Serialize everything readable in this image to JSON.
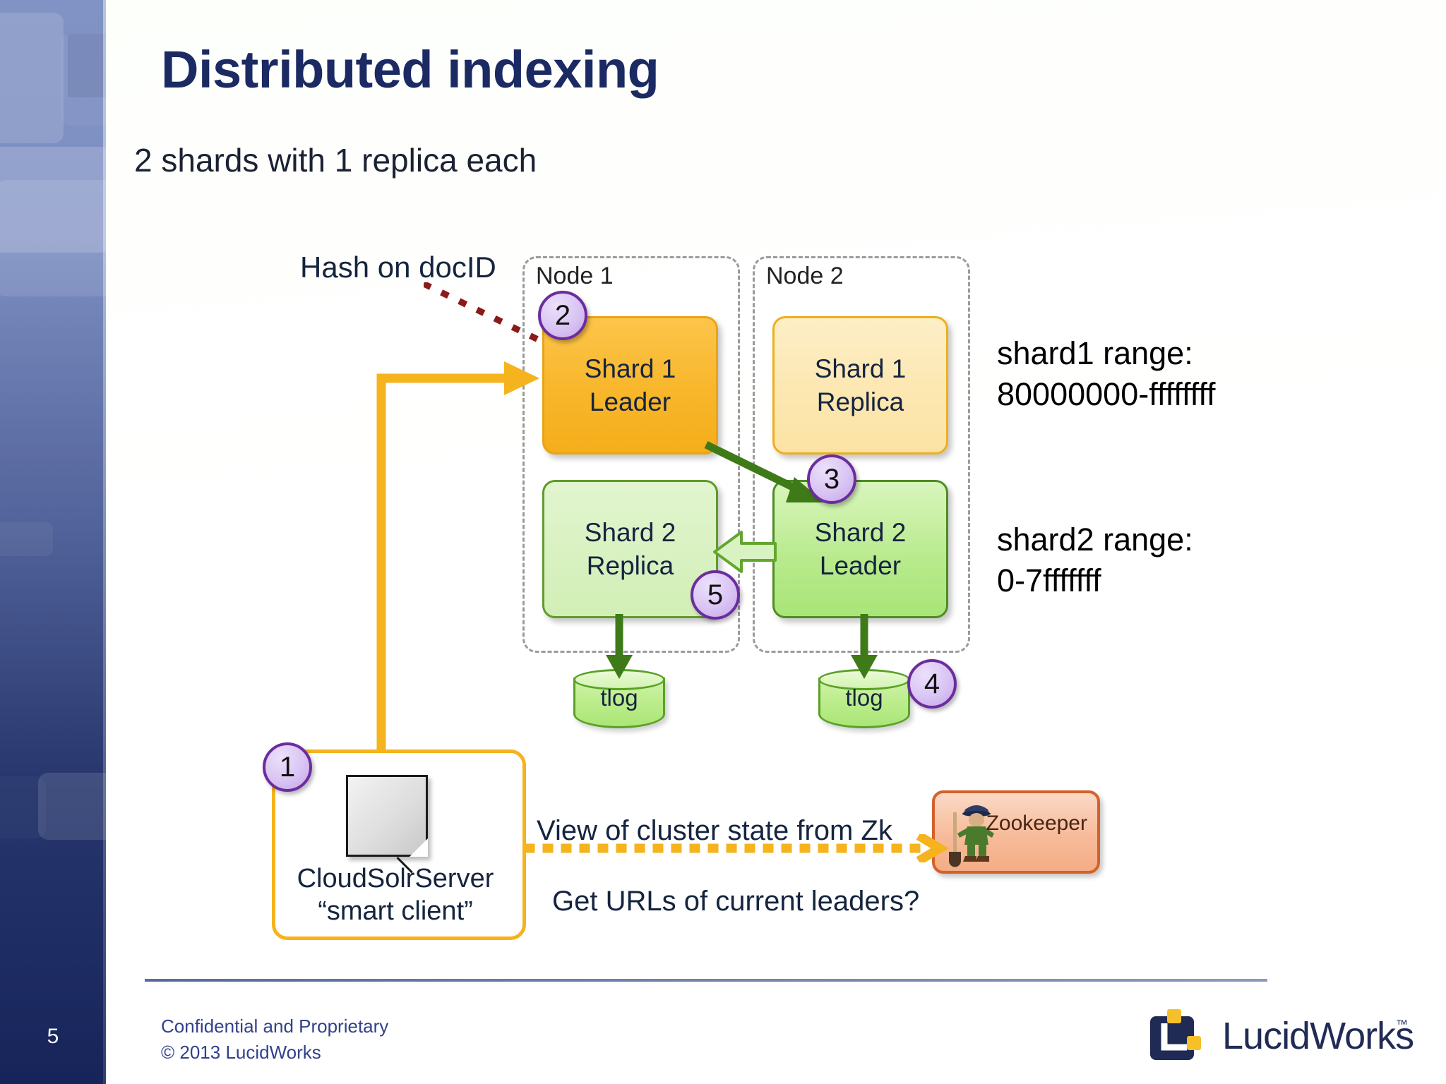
{
  "slide": {
    "title": "Distributed indexing",
    "subtitle": "2 shards with 1 replica each",
    "page_number": "5",
    "accent_blue": "#1b2a63",
    "accent_orange": "#f5b31d",
    "accent_green": "#4f8c22",
    "accent_purple": "#6b2d9e"
  },
  "diagram": {
    "hash_label": "Hash on docID",
    "nodes": [
      {
        "label": "Node 1"
      },
      {
        "label": "Node 2"
      }
    ],
    "shards": [
      {
        "line1": "Shard 1",
        "line2": "Leader",
        "color": "#f8b62b"
      },
      {
        "line1": "Shard 1",
        "line2": "Replica",
        "color": "#fde7b0"
      },
      {
        "line1": "Shard 2",
        "line2": "Replica",
        "color": "#d8f1c0"
      },
      {
        "line1": "Shard 2",
        "line2": "Leader",
        "color": "#b7ea8b"
      }
    ],
    "tlogs": [
      {
        "label": "tlog"
      },
      {
        "label": "tlog"
      }
    ],
    "steps": [
      {
        "number": "1"
      },
      {
        "number": "2"
      },
      {
        "number": "3"
      },
      {
        "number": "4"
      },
      {
        "number": "5"
      }
    ],
    "ranges": [
      {
        "text": "shard1 range:\n80000000-ffffffff"
      },
      {
        "text": "shard2 range:\n0-7fffffff"
      }
    ],
    "client": {
      "label": "CloudSolrServer\n“smart client”"
    },
    "zookeeper": {
      "line1": "View of cluster state from Zk",
      "line2": "Get URLs of current leaders?",
      "badge_label": "Zookeeper"
    }
  },
  "footer": {
    "text": "Confidential and Proprietary\n© 2013 LucidWorks",
    "logo_text": "LucidWorks",
    "logo_tm": "™"
  }
}
